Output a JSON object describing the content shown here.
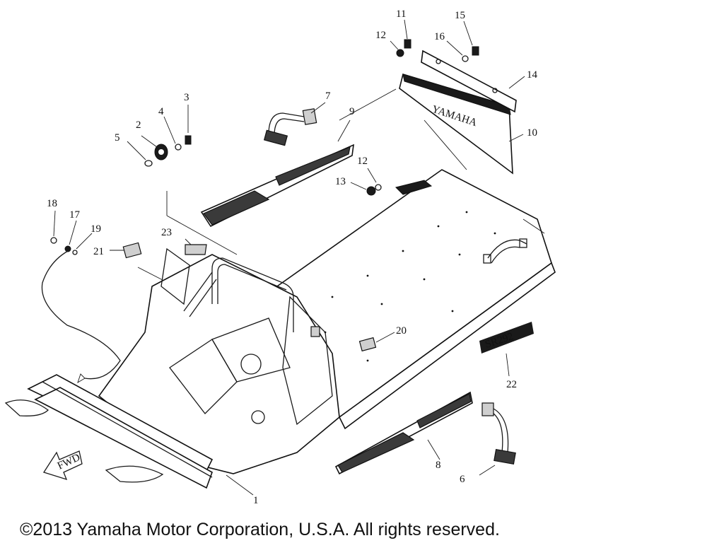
{
  "diagram": {
    "callouts": [
      "1",
      "2",
      "3",
      "4",
      "5",
      "6",
      "7",
      "8",
      "9",
      "10",
      "11",
      "12",
      "12",
      "13",
      "14",
      "15",
      "16",
      "17",
      "18",
      "19",
      "20",
      "21",
      "22",
      "23"
    ],
    "fwd_label": "FWD",
    "decal_text": "SR292"
  },
  "footer": {
    "copyright": "©2013 Yamaha Motor Corporation, U.S.A. All rights reserved."
  }
}
